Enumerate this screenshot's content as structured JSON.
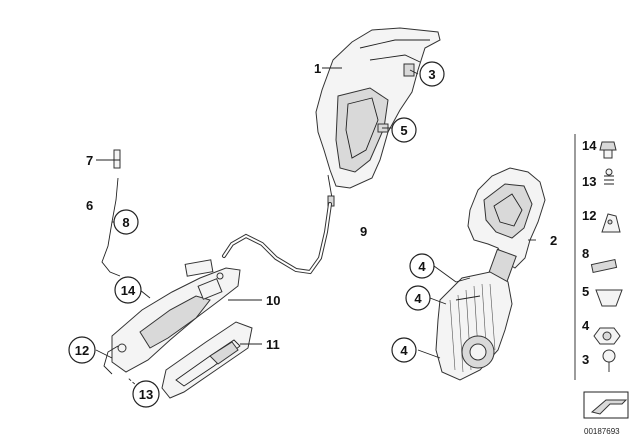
{
  "callouts": {
    "c1": "1",
    "c2": "2",
    "c3": "3",
    "c4a": "4",
    "c4b": "4",
    "c4c": "4",
    "c5": "5",
    "c6": "6",
    "c7": "7",
    "c8": "8",
    "c9": "9",
    "c10": "10",
    "c11": "11",
    "c12": "12",
    "c13": "13",
    "c14": "14"
  },
  "legend": {
    "l14": "14",
    "l13": "13",
    "l12": "12",
    "l8": "8",
    "l5": "5",
    "l4": "4",
    "l3": "3"
  },
  "diagram_id": "00187693"
}
